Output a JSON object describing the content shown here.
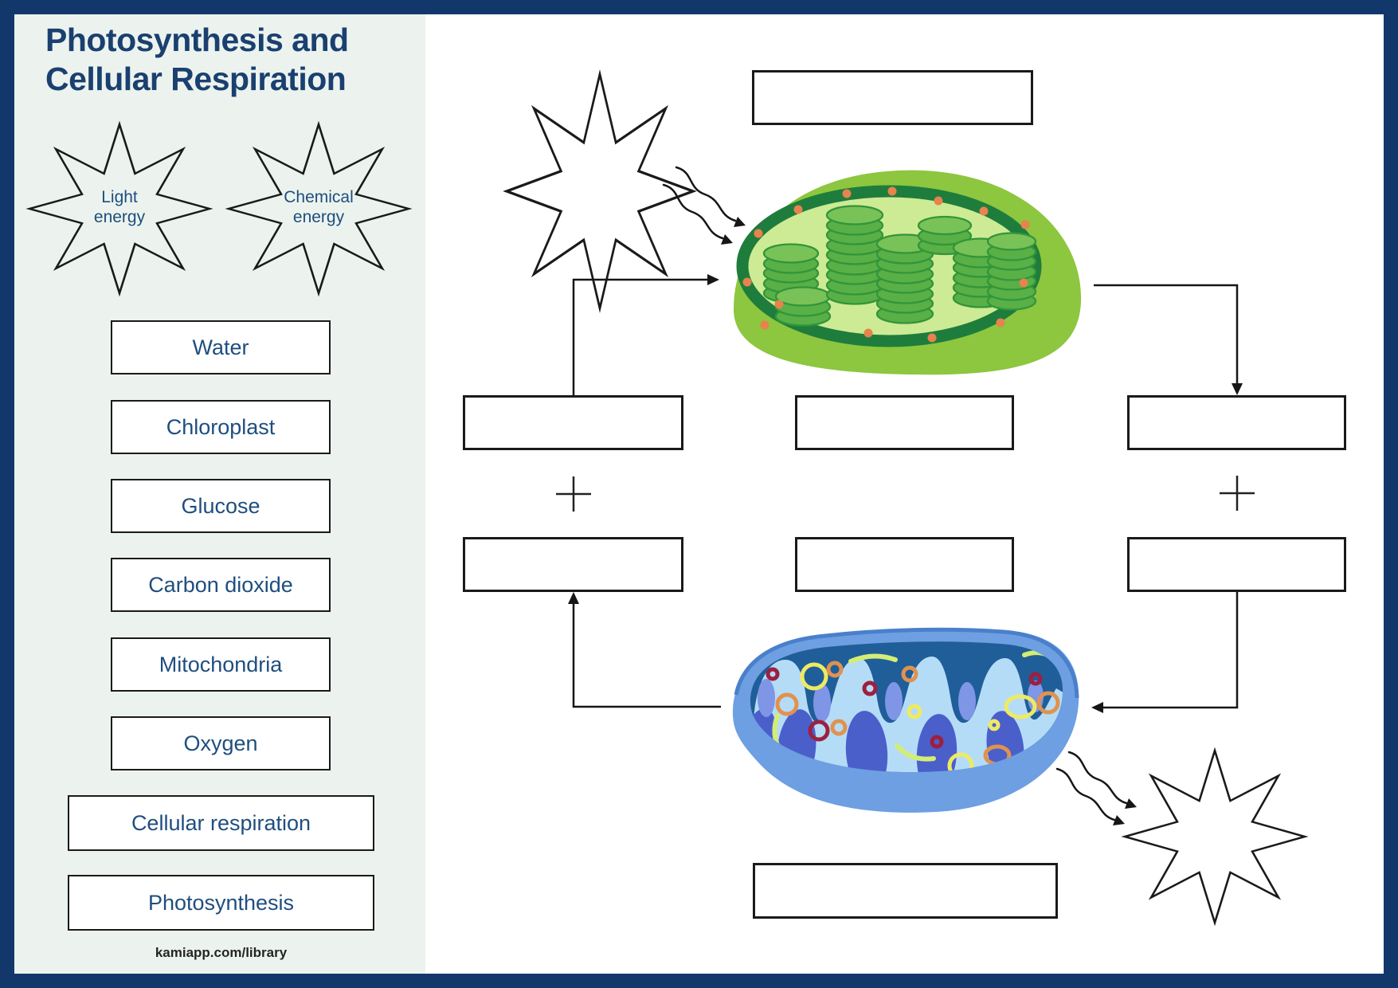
{
  "page": {
    "title": "Photosynthesis and\nCellular Respiration",
    "footer": "kamiapp.com/library"
  },
  "sidebar": {
    "stars": [
      {
        "label": "Light energy"
      },
      {
        "label": "Chemical energy"
      }
    ],
    "word_bank": {
      "items": [
        "Water",
        "Chloroplast",
        "Glucose",
        "Carbon dioxide",
        "Mitochondria",
        "Oxygen",
        "Cellular respiration",
        "Photosynthesis"
      ]
    }
  },
  "diagram": {
    "organelles": [
      "chloroplast",
      "mitochondria"
    ],
    "answer_boxes": [
      "top-product",
      "left-input-1",
      "center-input-1",
      "right-output-1",
      "left-input-2",
      "center-input-2",
      "right-output-2",
      "bottom-product"
    ],
    "energy_stars": [
      "top-left-blank",
      "bottom-right-blank"
    ],
    "operators": [
      "+",
      "+"
    ]
  },
  "colors": {
    "frame_navy": "#12386b",
    "sidebar_mint": "#ecf3ee",
    "title_navy": "#1a4070",
    "word_navy": "#1f4e7f",
    "box_border_black": "#1a1a1a",
    "chloroplast_outer_green": "#8dc63f",
    "chloroplast_membrane_green": "#1e7d3c",
    "chloroplast_stroma_green": "#cdeb94",
    "granum_disk_green": "#58b047",
    "granum_top_green": "#79c258",
    "granum_outline_green": "#339539",
    "stroma_dot_orange": "#e8824e",
    "mito_outer_blue": "#6d9fe2",
    "mito_outline_blue": "#4a80cb",
    "mito_inner_darkblue": "#1f5e99",
    "mito_cristae_lightblue": "#b5dcf7",
    "mito_lobe_violet": "#4b5fcb",
    "mito_lobe_periwinkle": "#7f95e6",
    "ring_yellow": "#eeea62",
    "ring_orange": "#e0924e",
    "ring_darkred": "#9c2040",
    "arc_yellowgreen": "#d3ed75"
  }
}
